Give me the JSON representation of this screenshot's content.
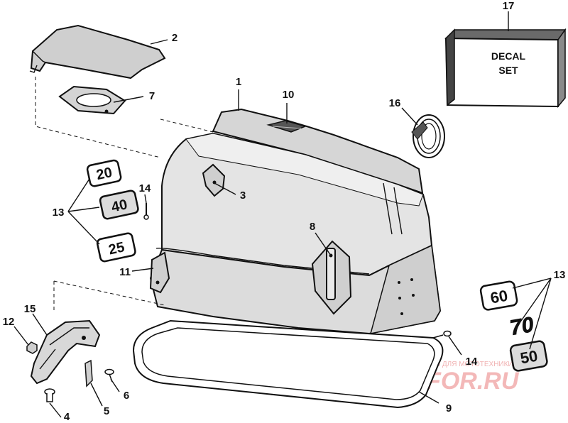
{
  "diagram": {
    "callouts": [
      "1",
      "2",
      "3",
      "4",
      "5",
      "6",
      "7",
      "8",
      "9",
      "10",
      "11",
      "12",
      "13",
      "13",
      "14",
      "14",
      "15",
      "16",
      "17"
    ],
    "decal_box": {
      "line1": "DECAL",
      "line2": "SET"
    },
    "badges": {
      "left_1": "20",
      "left_2": "40",
      "left_3": "25",
      "right_1": "60",
      "right_2": "70",
      "right_3": "50"
    },
    "watermark": {
      "small": "ЗАПЧАСТИ И АКСЕССУАРЫ ДЛЯ МОТОТЕХНИКИ",
      "large": "PARTSFOR.RU"
    },
    "colors": {
      "ink": "#111111",
      "cowl_fill": "#e2e2e2",
      "watermark": "#f3b8b8"
    }
  }
}
